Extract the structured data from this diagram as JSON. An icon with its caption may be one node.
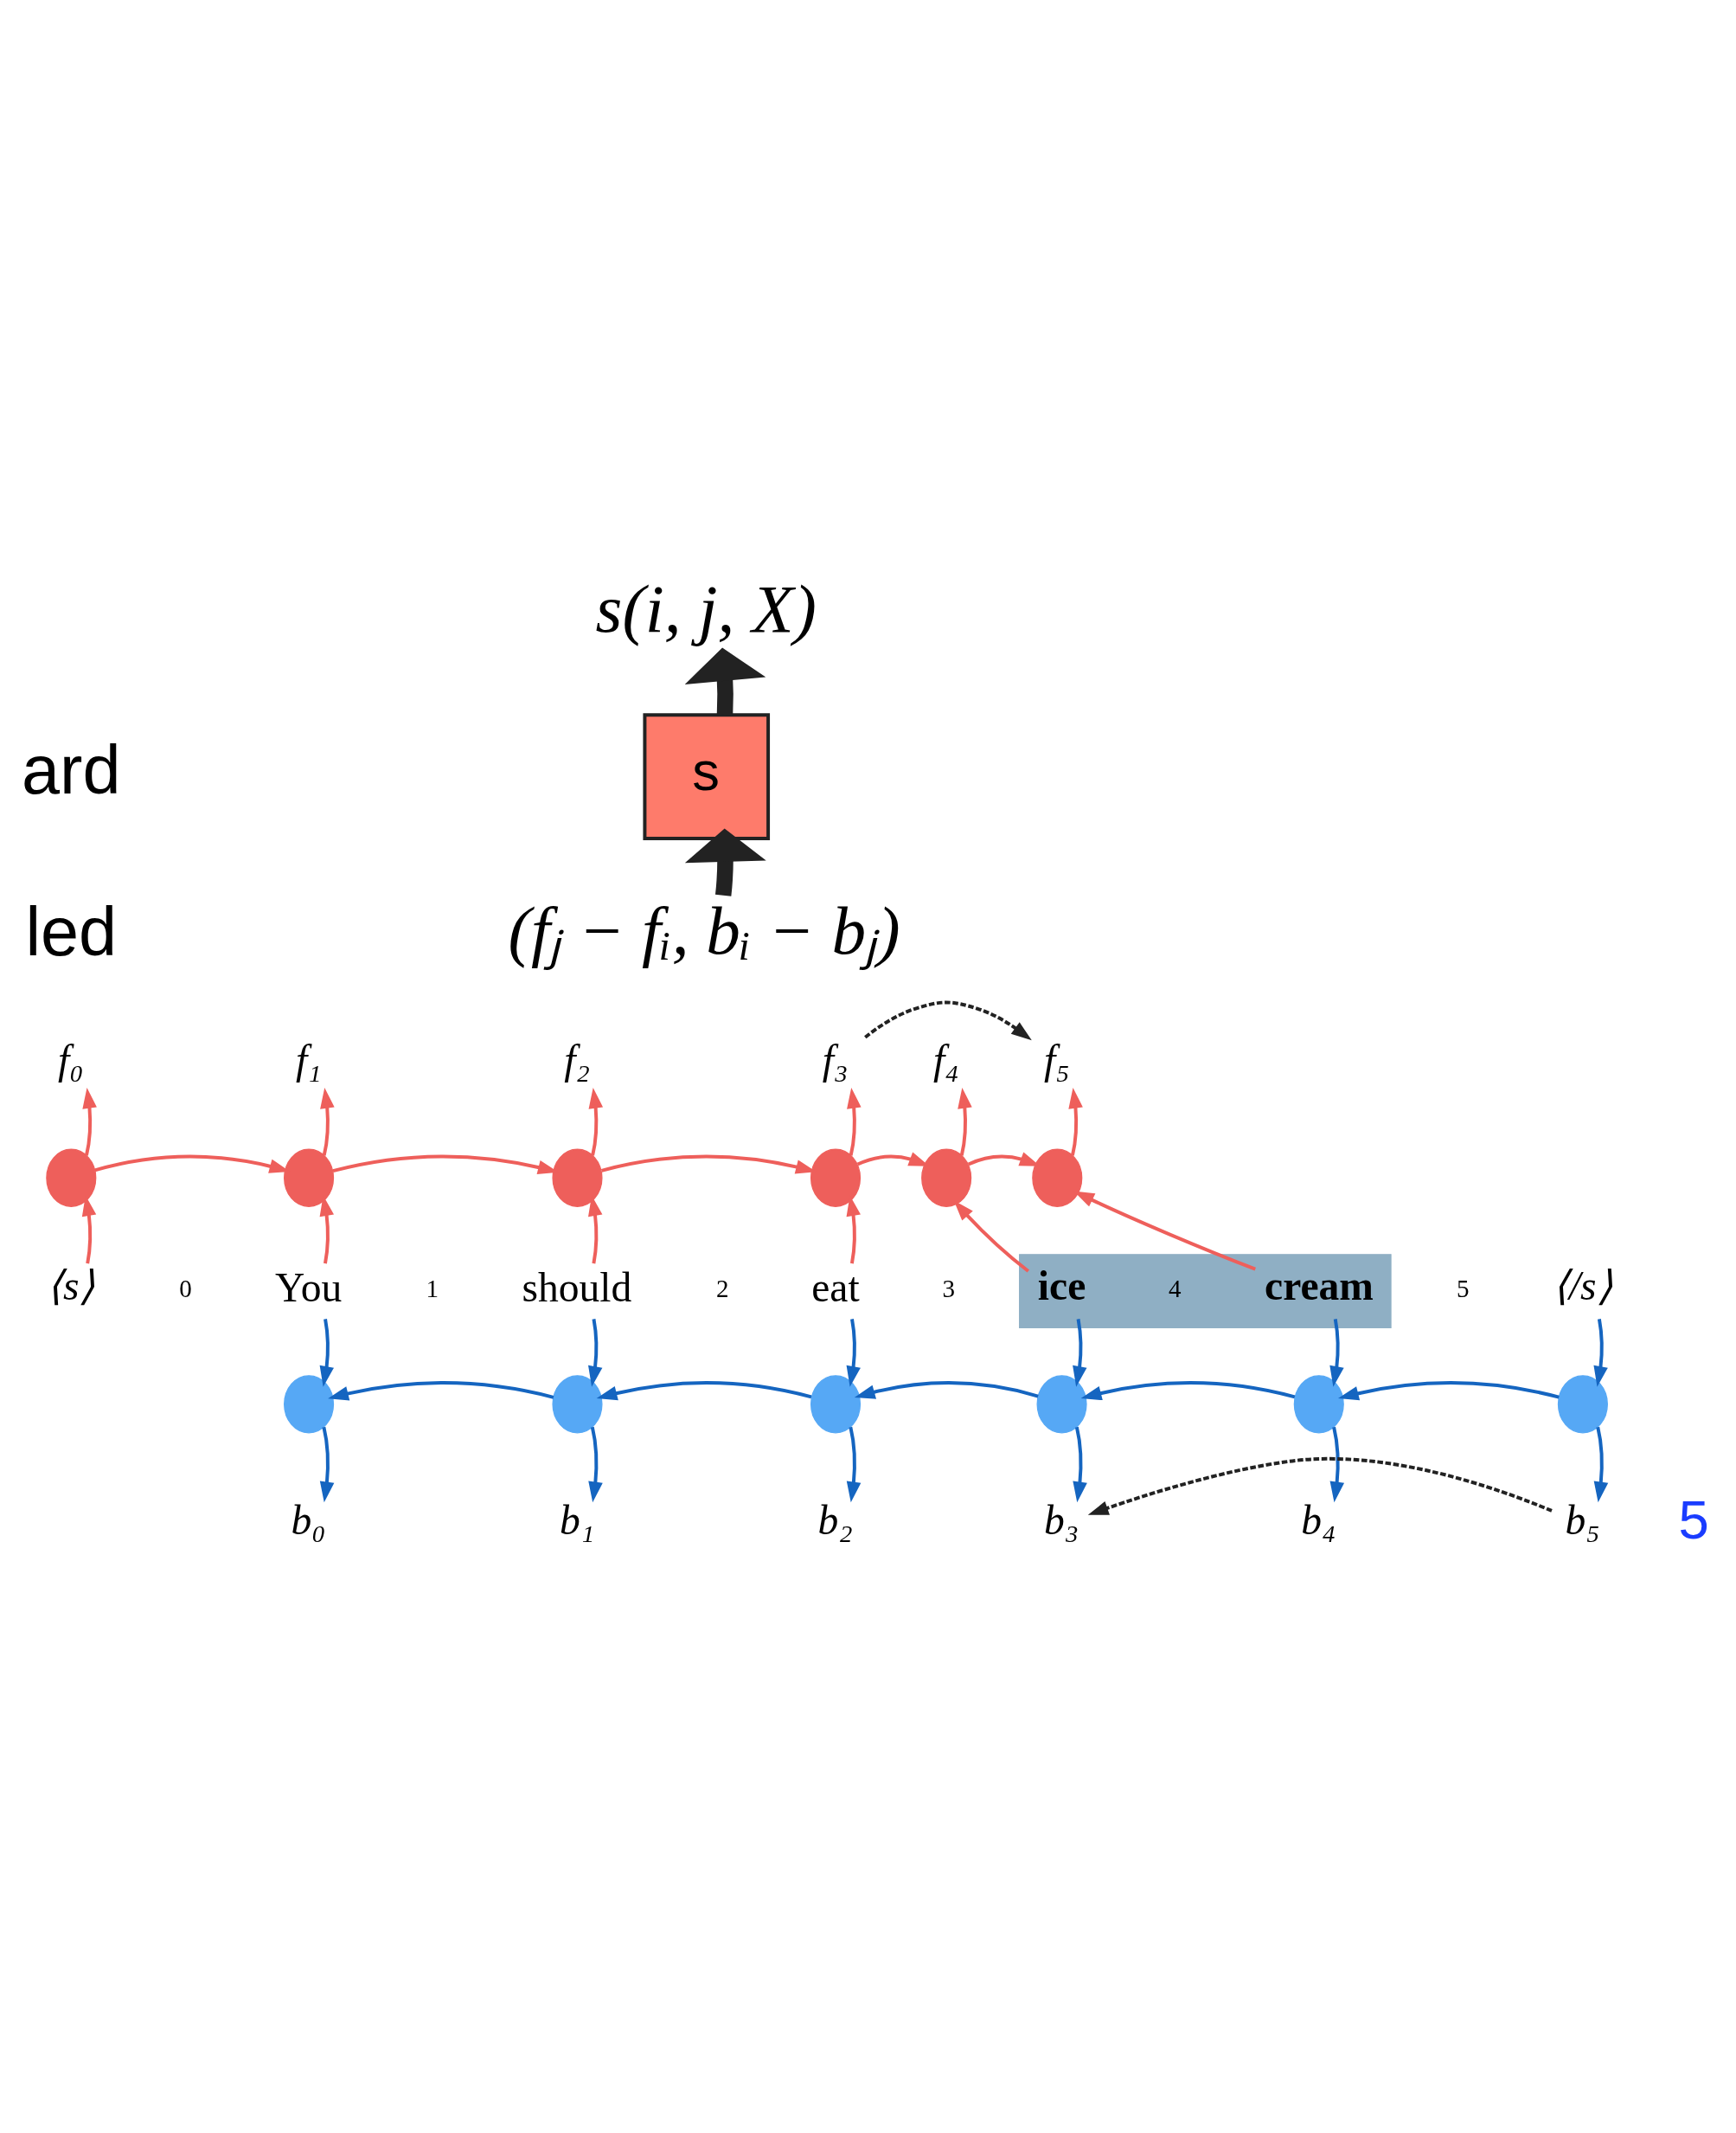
{
  "diagram": {
    "nodes": [
      {
        "text": [
          "s(i, j, X)"
        ]
      },
      {
        "text": [
          "s"
        ]
      },
      {
        "text": [
          "(fⱼ − fᵢ, bᵢ − bⱼ)"
        ]
      },
      {
        "text": [
          "f₀"
        ]
      },
      {
        "text": [
          "f₁"
        ]
      },
      {
        "text": [
          "f₂"
        ]
      },
      {
        "text": [
          "f₃"
        ]
      },
      {
        "text": [
          "f₄"
        ]
      },
      {
        "text": [
          "f₅"
        ]
      },
      {
        "text": [],
        "shape": "circle"
      },
      {
        "text": [],
        "shape": "circle"
      },
      {
        "text": [],
        "shape": "circle"
      },
      {
        "text": [],
        "shape": "circle"
      },
      {
        "text": [],
        "shape": "circle"
      },
      {
        "text": [],
        "shape": "circle"
      },
      {
        "text": [
          "⟨s⟩"
        ]
      },
      {
        "text": [
          "You"
        ]
      },
      {
        "text": [
          "should"
        ]
      },
      {
        "text": [
          "eat"
        ]
      },
      {
        "text": [],
        "shape": "box"
      },
      {
        "text": [
          "ice"
        ],
        "in": 19
      },
      {
        "text": [
          "cream"
        ],
        "in": 19
      },
      {
        "text": [
          "⟨/s⟩"
        ]
      },
      {
        "text": [],
        "shape": "circle"
      },
      {
        "text": [],
        "shape": "circle"
      },
      {
        "text": [],
        "shape": "circle"
      },
      {
        "text": [],
        "shape": "circle"
      },
      {
        "text": [],
        "shape": "circle"
      },
      {
        "text": [],
        "shape": "circle"
      },
      {
        "text": [
          "b₀"
        ]
      },
      {
        "text": [
          "b₁"
        ]
      },
      {
        "text": [
          "b₂"
        ]
      },
      {
        "text": [
          "b₃"
        ]
      },
      {
        "text": [
          "b₄"
        ]
      },
      {
        "text": [
          "b₅"
        ]
      }
    ],
    "edges": [
      {
        "from": 2,
        "to": 1,
        "arrow": "to",
        "style": "thick",
        "color": "#222222"
      },
      {
        "from": 1,
        "to": 0,
        "arrow": "to",
        "style": "thick",
        "color": "#222222"
      },
      {
        "from": 6,
        "to": 8,
        "arrow": "to",
        "style": "dashed",
        "color": "#222222"
      },
      {
        "from": 9,
        "to": 3,
        "arrow": "to",
        "color": "#ee5f5b"
      },
      {
        "from": 10,
        "to": 4,
        "arrow": "to",
        "color": "#ee5f5b"
      },
      {
        "from": 11,
        "to": 5,
        "arrow": "to",
        "color": "#ee5f5b"
      },
      {
        "from": 12,
        "to": 6,
        "arrow": "to",
        "color": "#ee5f5b"
      },
      {
        "from": 13,
        "to": 7,
        "arrow": "to",
        "color": "#ee5f5b"
      },
      {
        "from": 14,
        "to": 8,
        "arrow": "to",
        "color": "#ee5f5b"
      },
      {
        "from": 9,
        "to": 10,
        "arrow": "to",
        "color": "#ee5f5b"
      },
      {
        "from": 10,
        "to": 11,
        "arrow": "to",
        "color": "#ee5f5b"
      },
      {
        "from": 11,
        "to": 12,
        "arrow": "to",
        "color": "#ee5f5b"
      },
      {
        "from": 12,
        "to": 13,
        "arrow": "to",
        "color": "#ee5f5b"
      },
      {
        "from": 13,
        "to": 14,
        "arrow": "to",
        "color": "#ee5f5b"
      },
      {
        "from": 15,
        "to": 9,
        "arrow": "to",
        "color": "#ee5f5b"
      },
      {
        "from": 16,
        "to": 10,
        "arrow": "to",
        "color": "#ee5f5b"
      },
      {
        "from": 17,
        "to": 11,
        "arrow": "to",
        "color": "#ee5f5b"
      },
      {
        "from": 18,
        "to": 12,
        "arrow": "to",
        "color": "#ee5f5b"
      },
      {
        "from": 20,
        "to": 13,
        "arrow": "to",
        "color": "#ee5f5b"
      },
      {
        "from": 21,
        "to": 14,
        "arrow": "to",
        "color": "#ee5f5b"
      },
      {
        "from": 16,
        "to": 23,
        "arrow": "to",
        "color": "#1565c0"
      },
      {
        "from": 17,
        "to": 24,
        "arrow": "to",
        "color": "#1565c0"
      },
      {
        "from": 18,
        "to": 25,
        "arrow": "to",
        "color": "#1565c0"
      },
      {
        "from": 20,
        "to": 26,
        "arrow": "to",
        "color": "#1565c0"
      },
      {
        "from": 21,
        "to": 27,
        "arrow": "to",
        "color": "#1565c0"
      },
      {
        "from": 22,
        "to": 28,
        "arrow": "to",
        "color": "#1565c0"
      },
      {
        "from": 28,
        "to": 27,
        "arrow": "to",
        "color": "#1565c0"
      },
      {
        "from": 27,
        "to": 26,
        "arrow": "to",
        "color": "#1565c0"
      },
      {
        "from": 26,
        "to": 25,
        "arrow": "to",
        "color": "#1565c0"
      },
      {
        "from": 25,
        "to": 24,
        "arrow": "to",
        "color": "#1565c0"
      },
      {
        "from": 24,
        "to": 23,
        "arrow": "to",
        "color": "#1565c0"
      },
      {
        "from": 23,
        "to": 29,
        "arrow": "to",
        "color": "#1565c0"
      },
      {
        "from": 24,
        "to": 30,
        "arrow": "to",
        "color": "#1565c0"
      },
      {
        "from": 25,
        "to": 31,
        "arrow": "to",
        "color": "#1565c0"
      },
      {
        "from": 26,
        "to": 32,
        "arrow": "to",
        "color": "#1565c0"
      },
      {
        "from": 27,
        "to": 33,
        "arrow": "to",
        "color": "#1565c0"
      },
      {
        "from": 28,
        "to": 34,
        "arrow": "to",
        "color": "#1565c0"
      },
      {
        "from": 34,
        "to": 32,
        "arrow": "to",
        "style": "dashed",
        "color": "#222222"
      }
    ],
    "labels": [
      "ard",
      "led",
      "0",
      "1",
      "2",
      "3",
      "4",
      "5",
      "5"
    ]
  }
}
